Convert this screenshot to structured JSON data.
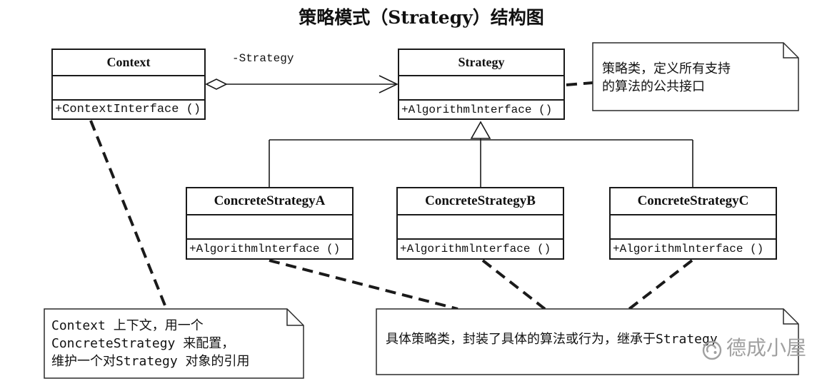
{
  "title": "策略模式（Strategy）结构图",
  "association": {
    "role_label": "-Strategy"
  },
  "classes": {
    "context": {
      "name": "Context",
      "operation": "+ContextInterface ()"
    },
    "strategy": {
      "name": "Strategy",
      "operation": "+Algorithmlnterface ()"
    },
    "concrete_a": {
      "name": "ConcreteStrategyA",
      "operation": "+Algorithmlnterface ()"
    },
    "concrete_b": {
      "name": "ConcreteStrategyB",
      "operation": "+Algorithmlnterface ()"
    },
    "concrete_c": {
      "name": "ConcreteStrategyC",
      "operation": "+Algorithmlnterface ()"
    }
  },
  "notes": {
    "strategy": [
      "策略类，定义所有支持",
      "的算法的公共接口"
    ],
    "context": [
      "Context 上下文，用一个",
      "ConcreteStrategy 来配置，",
      "维护一个对Strategy 对象的引用"
    ],
    "concrete": [
      "具体策略类，封装了具体的算法或行为，继承于Strategy"
    ]
  },
  "watermark": {
    "text": "德成小屋",
    "icon": "wechat-icon"
  },
  "colors": {
    "line": "#1a1a1a",
    "background": "#ffffff",
    "watermark": "#a0a0a0"
  }
}
